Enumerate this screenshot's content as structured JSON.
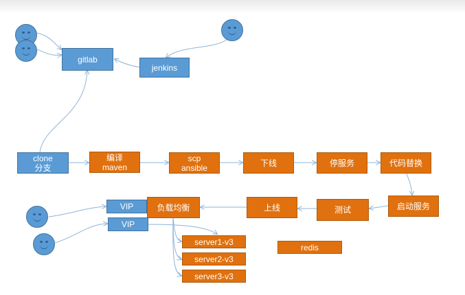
{
  "nodes": {
    "gitlab": "gitlab",
    "jenkins": "jenkins",
    "clone": {
      "line1": "clone",
      "line2": "分支"
    },
    "compile": {
      "line1": "编译",
      "line2": "maven"
    },
    "scp": {
      "line1": "scp",
      "line2": "ansible"
    },
    "offline": "下线",
    "stop_service": "停服务",
    "replace_code": "代码替换",
    "start_service": "启动服务",
    "test": "测试",
    "online": "上线",
    "load_balance": "负载均衡",
    "vip1": "VIP",
    "vip2": "VIP",
    "server1": "server1-v3",
    "server2": "server2-v3",
    "server3": "server3-v3",
    "redis": "redis"
  },
  "colors": {
    "blue_node": "#5b9bd5",
    "orange_node": "#e0710e",
    "connector": "#8fb3d9"
  }
}
